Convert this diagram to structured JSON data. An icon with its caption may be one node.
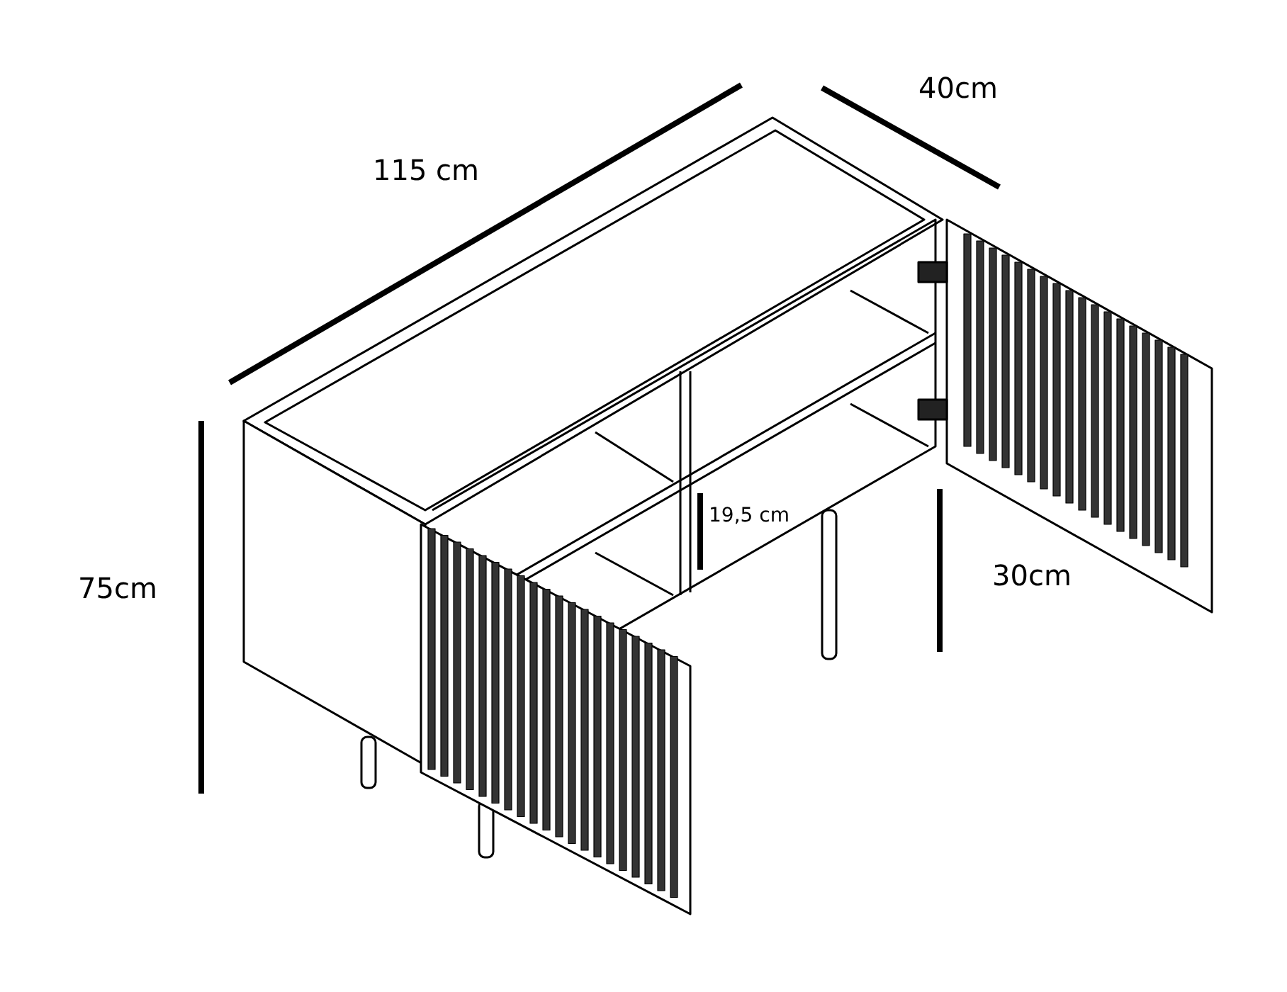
{
  "diagram": {
    "labels": [
      "40cm",
      "115 cm",
      "19,5 cm",
      "30cm",
      "75cm"
    ]
  }
}
